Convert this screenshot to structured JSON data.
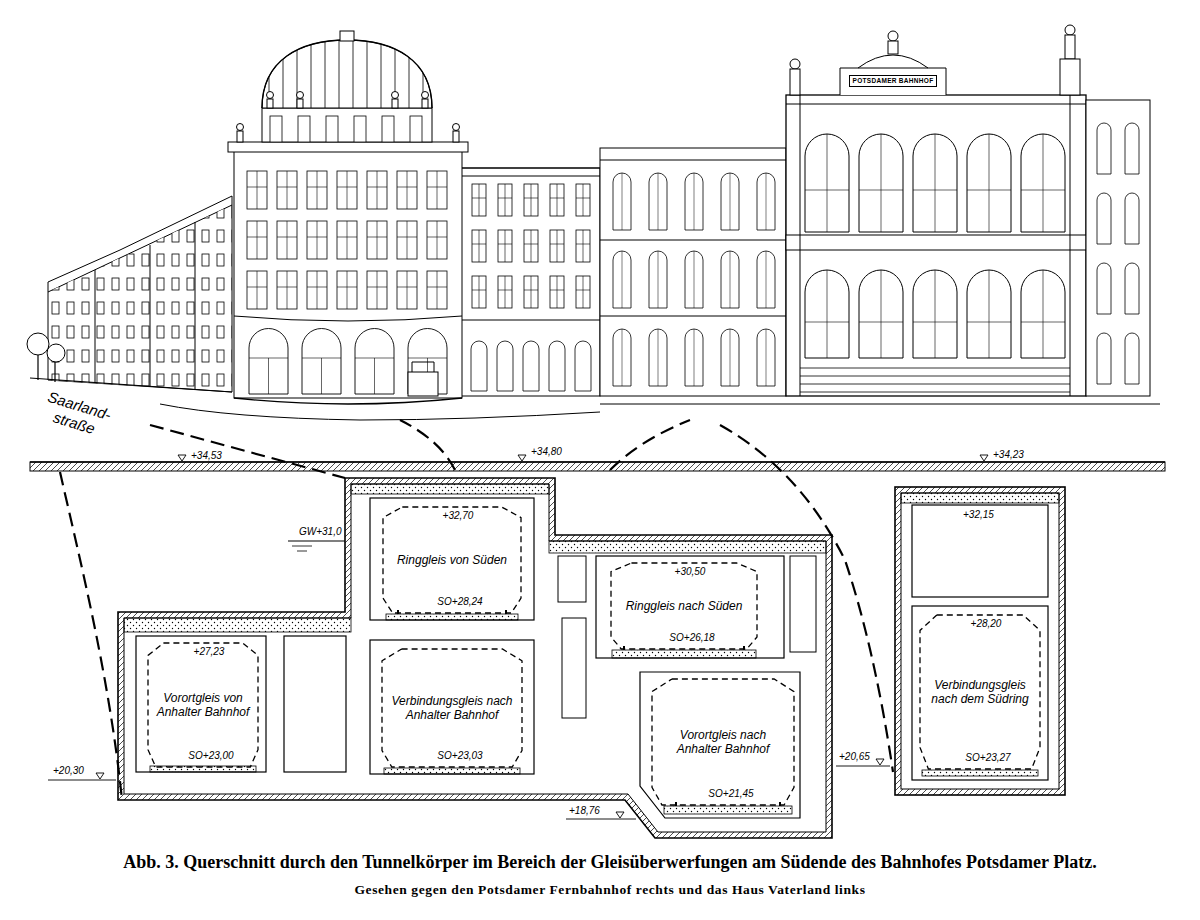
{
  "diagram": {
    "caption": "Abb. 3. Querschnitt durch den Tunnelkörper im Bereich der Gleisüberwerfungen am Südende des Bahnhofes Potsdamer Platz.",
    "nodes": [
      {
        "text": [
          "Ringgleis von Süden"
        ]
      },
      {
        "text": [
          "Ringgleis nach Süden"
        ]
      },
      {
        "text": [
          "Vorortgleis von Anhalter Bahnhof"
        ]
      },
      {
        "text": [
          "Verbindungsgleis nach Anhalter Bahnhof"
        ]
      },
      {
        "text": [
          "Vorortgleis nach Anhalter Bahnhof"
        ]
      },
      {
        "text": [
          "Verbindungsgleis nach dem Südring"
        ]
      }
    ],
    "labels": [
      "Saarland- straße",
      "POTSDAMER BAHNHOF",
      "+34,53",
      "+34,80",
      "+34,23",
      "GW+31,0",
      "+32,70",
      "SO+28,24",
      "+30,50",
      "SO+26,18",
      "+27,23",
      "SO+23,00",
      "SO+23,03",
      "SO+21,45",
      "+32,15",
      "+28,20",
      "SO+23,27",
      "+20,30",
      "+18,76",
      "+20,65",
      "Gesehen gegen den Potsdamer Fernbahnhof rechts und das Haus Vaterland links"
    ]
  }
}
